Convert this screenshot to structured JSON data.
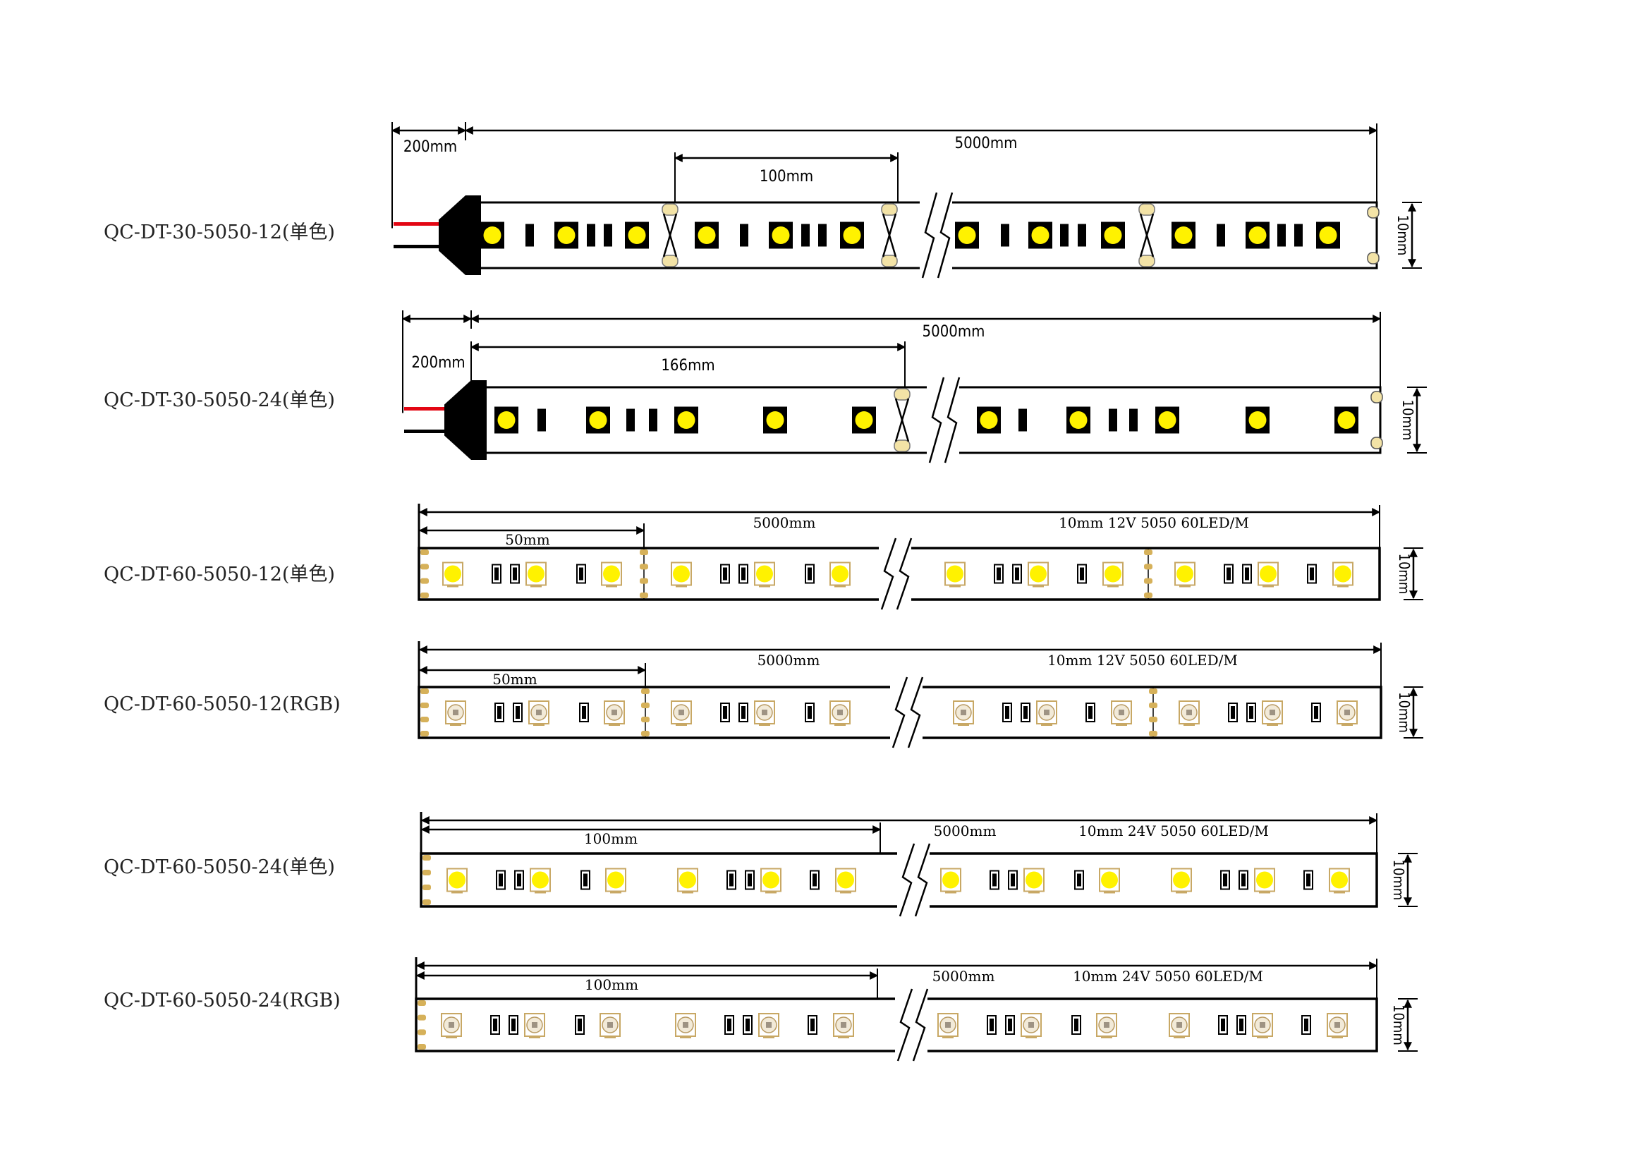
{
  "colors": {
    "line": "#000000",
    "led_yellow": "#fff200",
    "led_rgb": "#f2ead8",
    "pad_cream": "#f3e3a6",
    "pad_gold": "#d6b15a",
    "wire_red": "#e30613"
  },
  "strips": [
    {
      "model": "QC-DT-30-5050-12(单色)",
      "style": "w30",
      "lead": "200mm",
      "total": "5000mm",
      "pitch": "100mm",
      "width": "10mm"
    },
    {
      "model": "QC-DT-30-5050-24(单色)",
      "style": "w30",
      "lead": "200mm",
      "total": "5000mm",
      "pitch": "166mm",
      "width": "10mm"
    },
    {
      "model": "QC-DT-60-5050-12(单色)",
      "style": "p60",
      "led": "yellow",
      "total": "5000mm",
      "pitch": "50mm",
      "spec": "10mm 12V 5050 60LED/M",
      "width": "10mm"
    },
    {
      "model": "QC-DT-60-5050-12(RGB)",
      "style": "p60",
      "led": "rgb",
      "total": "5000mm",
      "pitch": "50mm",
      "spec": "10mm 12V 5050 60LED/M",
      "width": "10mm"
    },
    {
      "model": "QC-DT-60-5050-24(单色)",
      "style": "p60",
      "led": "yellow",
      "total": "5000mm",
      "pitch": "100mm",
      "spec": "10mm 24V 5050 60LED/M",
      "width": "10mm"
    },
    {
      "model": "QC-DT-60-5050-24(RGB)",
      "style": "p60",
      "led": "rgb",
      "total": "5000mm",
      "pitch": "100mm",
      "spec": "10mm 24V 5050 60LED/M",
      "width": "10mm"
    }
  ]
}
